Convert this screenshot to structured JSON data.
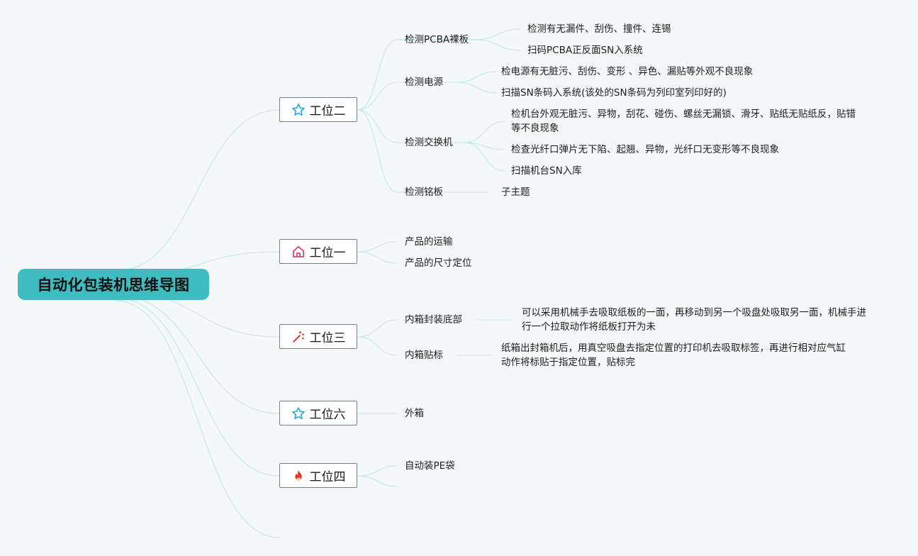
{
  "root": {
    "title": "自动化包装机思维导图"
  },
  "stations": [
    {
      "id": "s2",
      "title": "工位二",
      "icon": "star-icon",
      "icon_color": "#2aa8d8",
      "topics": [
        {
          "text": "检测PCBA裸板",
          "details": [
            "检测有无漏件、刮伤、撞件、连锡",
            "扫码PCBA正反面SN入系统"
          ]
        },
        {
          "text": "检测电源",
          "details": [
            "检电源有无脏污、刮伤、变形 、异色、漏贴等外观不良现象",
            "扫描SN条码入系统(该处的SN条码为列印室列印好的)"
          ]
        },
        {
          "text": "检测交换机",
          "details": [
            "检机台外观无脏污、异物，刮花、碰伤、螺丝无漏锁、滑牙、贴纸无贴纸反，贴错等不良现象",
            "检查光纤口弹片无下陷、起翘、异物，光纤口无变形等不良现象",
            "扫描机台SN入库"
          ]
        },
        {
          "text": "检测铭板",
          "details": [
            "子主题"
          ]
        }
      ]
    },
    {
      "id": "s1",
      "title": "工位一",
      "icon": "home-icon",
      "icon_color": "#d23c5f",
      "topics": [
        {
          "text": "产品的运输",
          "details": []
        },
        {
          "text": "产品的尺寸定位",
          "details": []
        }
      ]
    },
    {
      "id": "s3",
      "title": "工位三",
      "icon": "magic-wand-icon",
      "icon_color": "#d9352a",
      "topics": [
        {
          "text": "内箱封装底部",
          "details": [
            "可以采用机械手去吸取纸板的一面，再移动到另一个吸盘处吸取另一面，机械手进行一个拉取动作将纸板打开为未"
          ]
        },
        {
          "text": "内箱贴标",
          "details": [
            "纸箱出封箱机后，用真空吸盘去指定位置的打印机去吸取标签，再进行相对应气缸动作将标贴于指定位置，贴标完"
          ]
        }
      ]
    },
    {
      "id": "s6",
      "title": "工位六",
      "icon": "star-icon",
      "icon_color": "#2aa8d8",
      "topics": [
        {
          "text": "外箱",
          "details": []
        }
      ]
    },
    {
      "id": "s4",
      "title": "工位四",
      "icon": "fire-icon",
      "icon_color": "#e8321c",
      "topics": [
        {
          "text": "自动装PE袋",
          "details": []
        }
      ]
    }
  ],
  "colors": {
    "root_bg": "#3fbcc0",
    "link": "#bfe6e4",
    "background": "#f4f8f9"
  }
}
